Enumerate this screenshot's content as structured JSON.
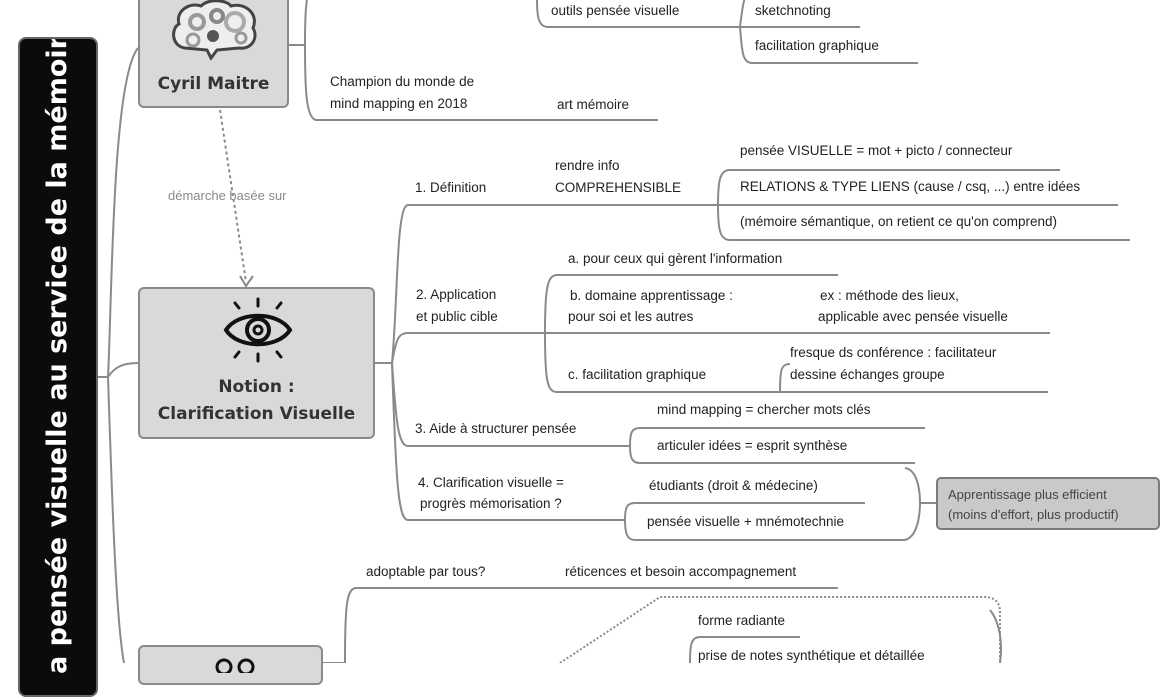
{
  "central_title": "a pensée visuelle au service de la mémoire",
  "topics": {
    "cyril": {
      "label": "Cyril Maitre",
      "icon": "brain-gears-icon"
    },
    "notion": {
      "label_line1": "Notion :",
      "label_line2": "Clarification Visuelle",
      "icon": "eye-icon"
    },
    "third": {
      "icon": "glasses-icon"
    }
  },
  "relationship_label": "démarche basée sur",
  "cyril_branch": {
    "outils": "outils pensée visuelle",
    "outils_children": [
      "sketchnoting",
      "facilitation graphique"
    ],
    "champion_line1": "Champion du monde de",
    "champion_line2": "mind mapping en 2018",
    "art": "art mémoire"
  },
  "notion_branch": {
    "definition": {
      "label": "1. Définition",
      "sub_line1": "rendre info",
      "sub_line2": "COMPREHENSIBLE",
      "children": [
        "pensée VISUELLE = mot + picto / connecteur",
        "RELATIONS & TYPE LIENS (cause / csq, ...) entre idées",
        "(mémoire sémantique, on retient ce qu'on comprend)"
      ]
    },
    "application": {
      "label_line1": "2. Application",
      "label_line2": "et public cible",
      "a": "a. pour ceux qui gèrent l'information",
      "b_line1": "b. domaine apprentissage :",
      "b_line2": "pour soi et les autres",
      "b_child_line1": "ex : méthode des lieux,",
      "b_child_line2": "applicable avec pensée visuelle",
      "c": "c. facilitation graphique",
      "c_child_line1": "fresque ds conférence : facilitateur",
      "c_child_line2": "dessine échanges groupe"
    },
    "structurer": {
      "label": "3. Aide à structurer pensée",
      "children": [
        "mind mapping = chercher mots clés",
        "articuler idées = esprit synthèse"
      ]
    },
    "memorisation": {
      "label_line1": "4. Clarification visuelle =",
      "label_line2": "progrès mémorisation ?",
      "children": [
        "étudiants (droit & médecine)",
        "pensée visuelle + mnémotechnie"
      ],
      "summary_line1": "Apprentissage plus efficient",
      "summary_line2": "(moins d'effort, plus productif)"
    }
  },
  "third_branch": {
    "adoptable": "adoptable par tous?",
    "adoptable_child": "réticences et besoin accompagnement",
    "children": [
      "forme radiante",
      "prise de notes synthétique et détaillée"
    ]
  },
  "colors": {
    "line": "#8a8a8a",
    "topic_fill": "#d9d9d9",
    "title_fill": "#0b0b0b"
  }
}
